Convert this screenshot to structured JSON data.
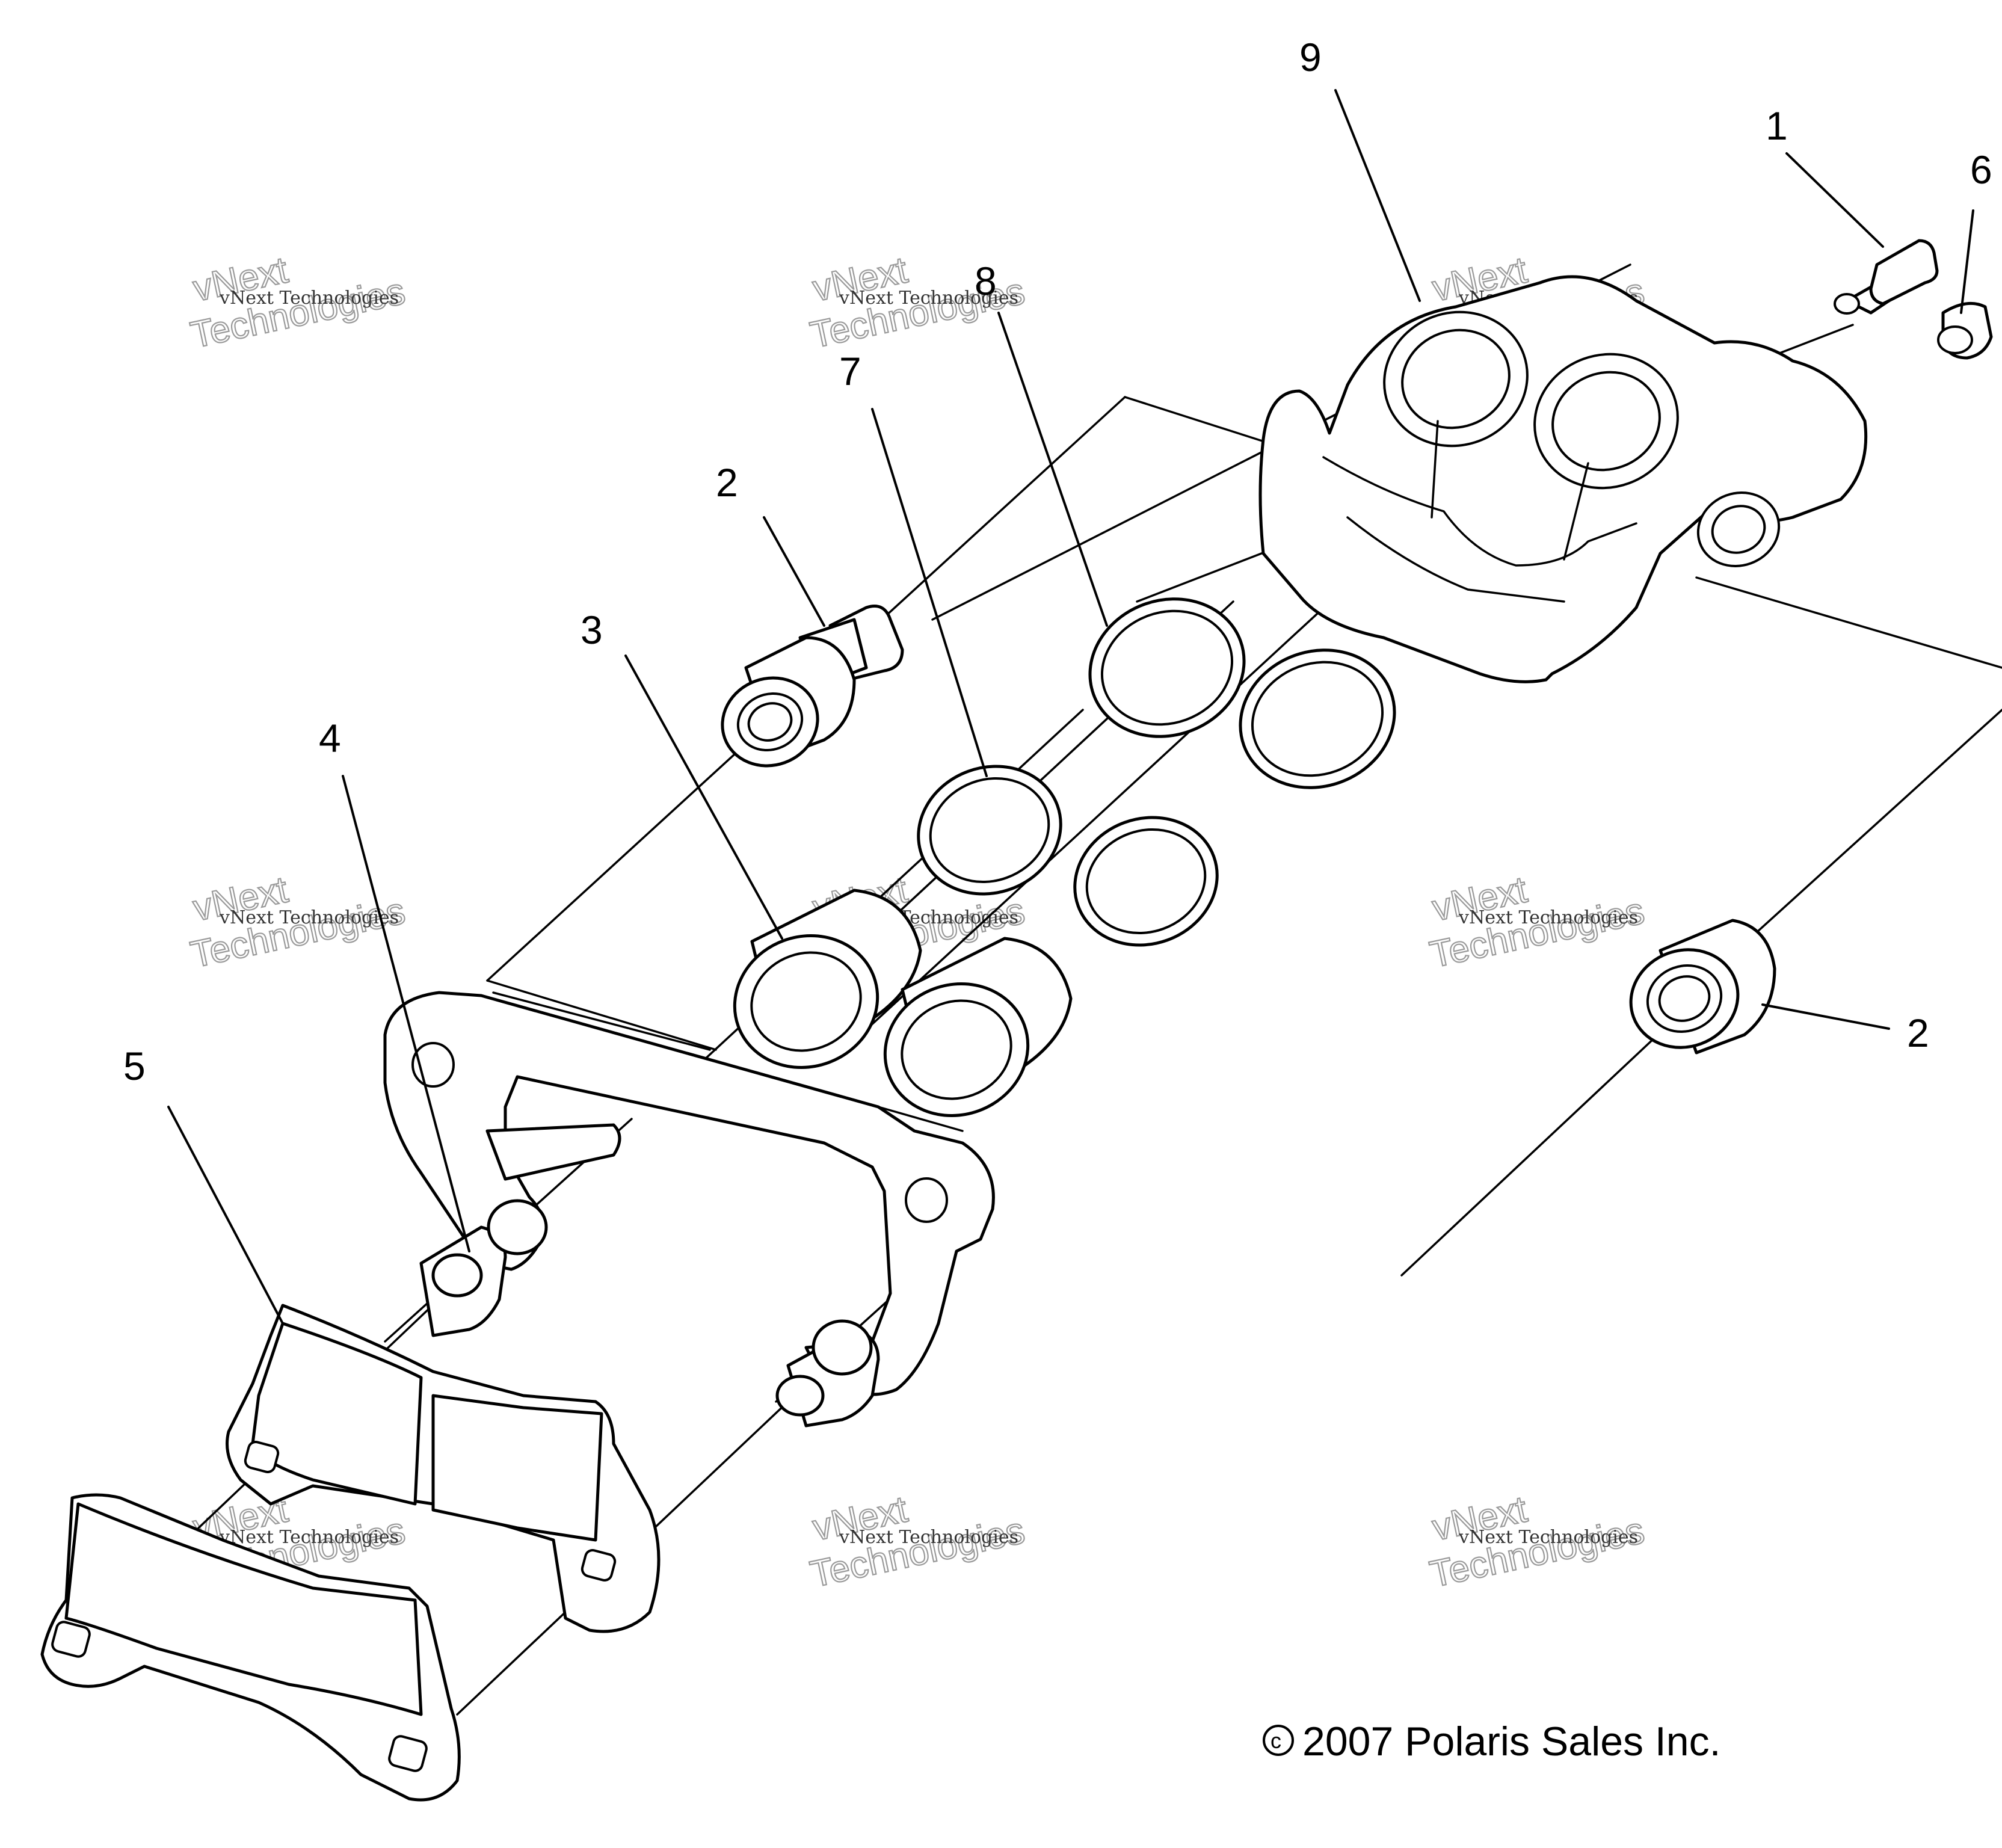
{
  "callouts": [
    {
      "id": "9",
      "label": "9"
    },
    {
      "id": "1",
      "label": "1"
    },
    {
      "id": "6",
      "label": "6"
    },
    {
      "id": "8",
      "label": "8"
    },
    {
      "id": "7",
      "label": "7"
    },
    {
      "id": "2a",
      "label": "2"
    },
    {
      "id": "3",
      "label": "3"
    },
    {
      "id": "4",
      "label": "4"
    },
    {
      "id": "5",
      "label": "5"
    },
    {
      "id": "2b",
      "label": "2"
    }
  ],
  "watermark": {
    "line1": "vNext Technologies",
    "line2": "vNext",
    "line3": "Technologies"
  },
  "copyright": "2007 Polaris Sales Inc.",
  "copyright_symbol": "c"
}
